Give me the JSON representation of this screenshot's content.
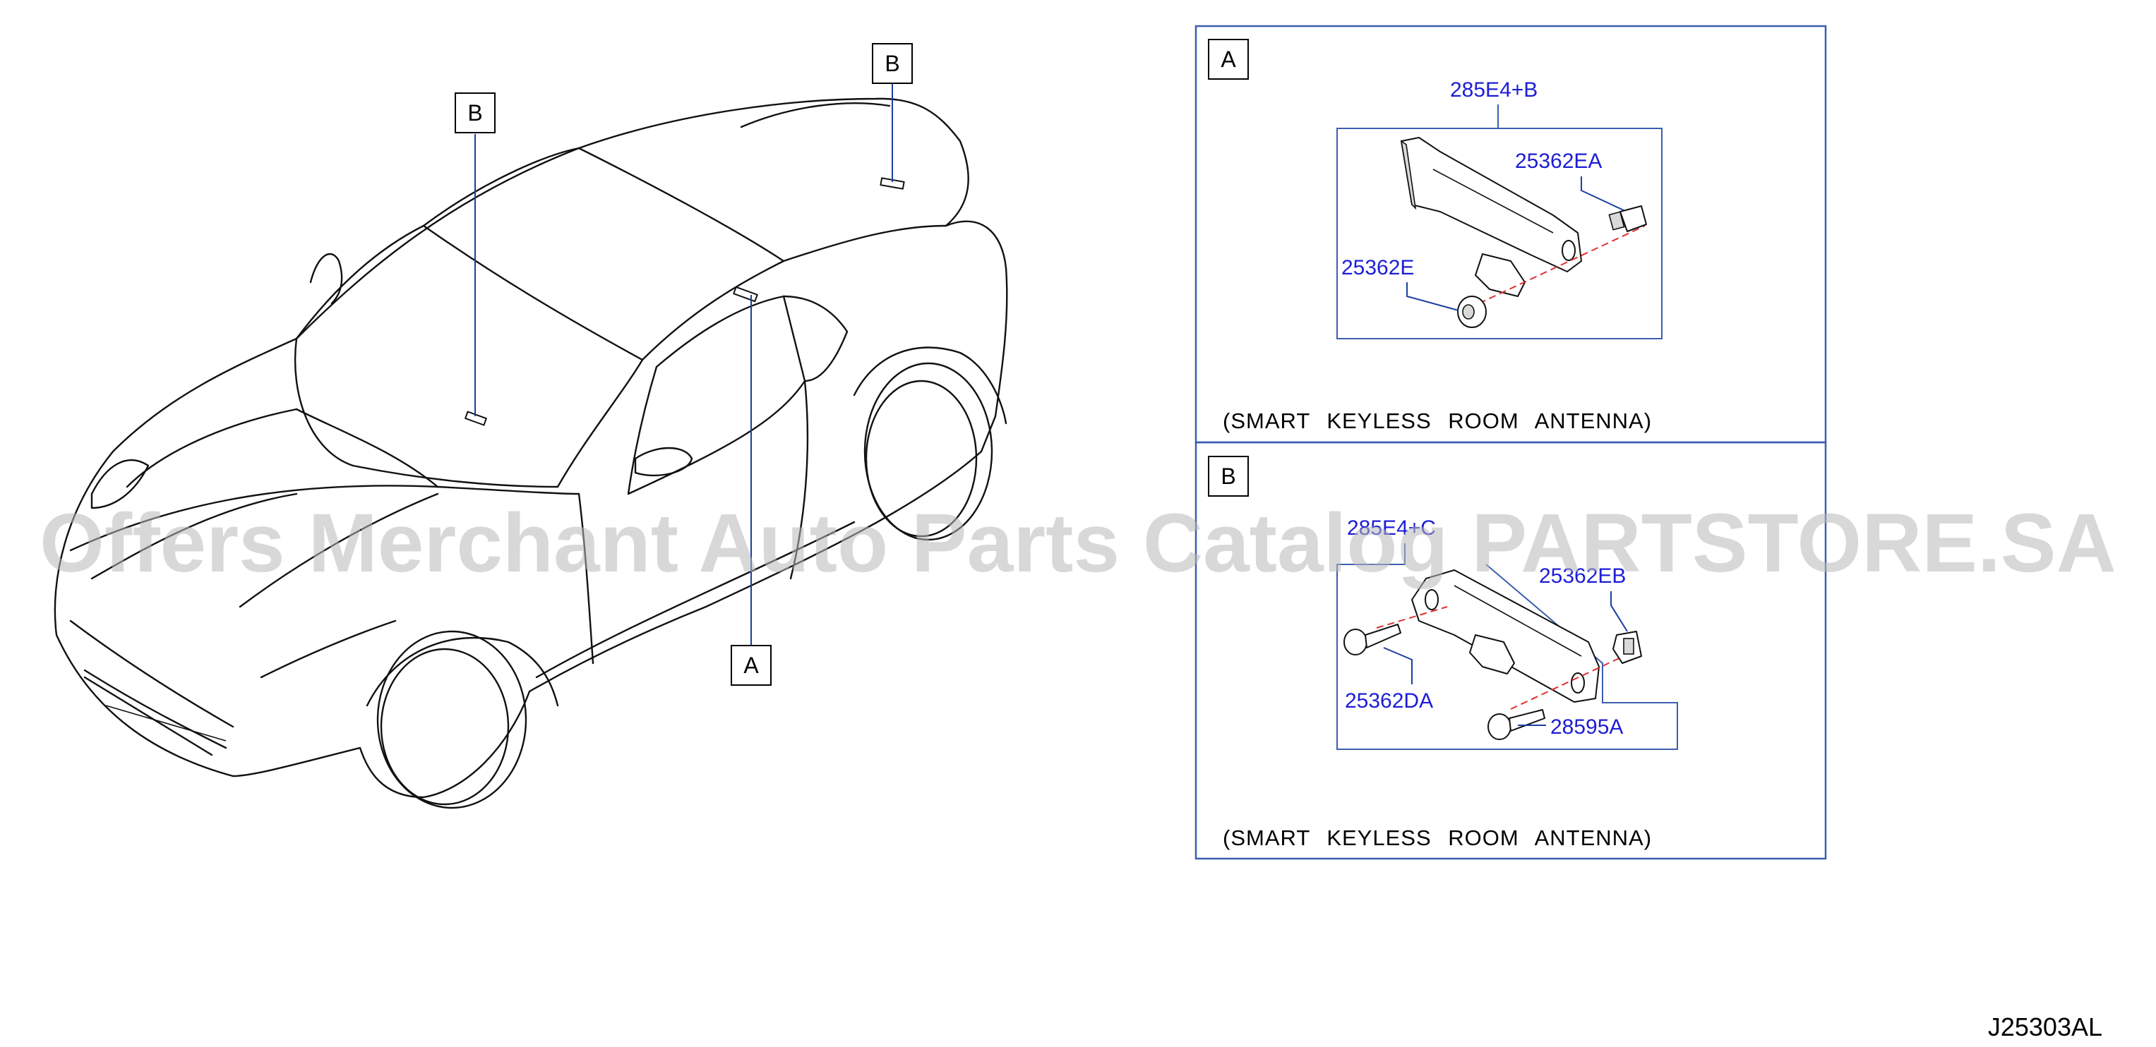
{
  "callouts": {
    "car_front_b": "B",
    "car_roof_b": "B",
    "car_a": "A"
  },
  "panel_a": {
    "letter": "A",
    "group_number": "285E4+B",
    "parts": {
      "clip": "25362EA",
      "grommet": "25362E"
    },
    "caption": "(SMART KEYLESS ROOM ANTENNA)"
  },
  "panel_b": {
    "letter": "B",
    "group_number": "285E4+C",
    "parts": {
      "clip": "25362EB",
      "bolt": "25362DA",
      "screw": "28595A"
    },
    "caption": "(SMART KEYLESS ROOM ANTENNA)"
  },
  "watermark": "Offers Merchant Auto Parts Catalog PARTSTORE.SA",
  "drawing_code": "J25303AL",
  "colors": {
    "part_number_text": "#1d1dd6",
    "frame": "#3a5fb0",
    "center_line": "#e03030"
  }
}
